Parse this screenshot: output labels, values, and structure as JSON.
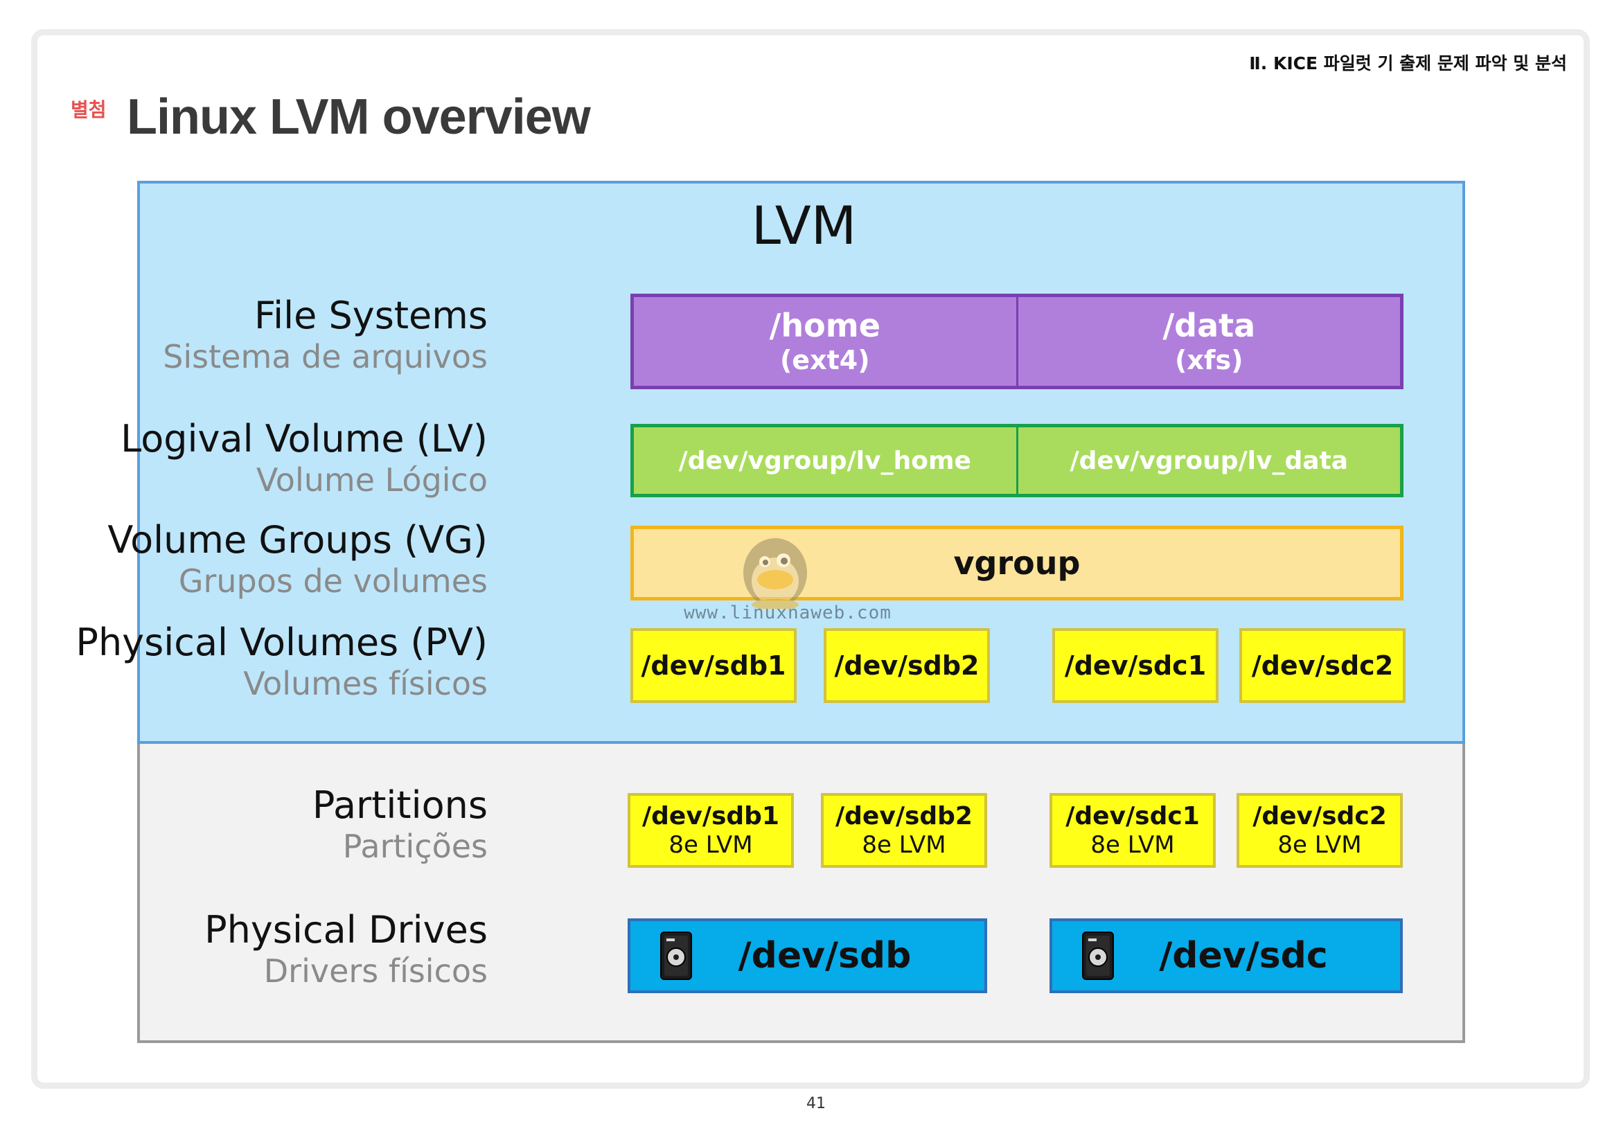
{
  "header": {
    "section_label": "Ⅱ. KICE 파일럿 기 출제 문제 파악 및 분석",
    "appendix_tag": "별첨",
    "title": "Linux LVM overview"
  },
  "diagram": {
    "title": "LVM",
    "layers": {
      "file_systems": {
        "en": "File Systems",
        "pt": "Sistema de arquivos"
      },
      "logical_volume": {
        "en": "Logival Volume (LV)",
        "pt": "Volume Lógico"
      },
      "volume_groups": {
        "en": "Volume Groups (VG)",
        "pt": "Grupos de volumes"
      },
      "physical_volumes": {
        "en": "Physical Volumes (PV)",
        "pt": "Volumes físicos"
      },
      "partitions": {
        "en": "Partitions",
        "pt": "Partições"
      },
      "physical_drives": {
        "en": "Physical Drives",
        "pt": "Drivers físicos"
      }
    },
    "file_systems": [
      {
        "name": "/home",
        "type": "(ext4)"
      },
      {
        "name": "/data",
        "type": "(xfs)"
      }
    ],
    "logical_volumes": [
      "/dev/vgroup/lv_home",
      "/dev/vgroup/lv_data"
    ],
    "volume_group": "vgroup",
    "physical_volumes": [
      "/dev/sdb1",
      "/dev/sdb2",
      "/dev/sdc1",
      "/dev/sdc2"
    ],
    "partitions": [
      {
        "dev": "/dev/sdb1",
        "code": "8e LVM"
      },
      {
        "dev": "/dev/sdb2",
        "code": "8e LVM"
      },
      {
        "dev": "/dev/sdc1",
        "code": "8e LVM"
      },
      {
        "dev": "/dev/sdc2",
        "code": "8e LVM"
      }
    ],
    "drives": [
      {
        "name": "/dev/sdb",
        "icon": "hard-disk-icon"
      },
      {
        "name": "/dev/sdc",
        "icon": "hard-disk-icon"
      }
    ],
    "watermark": "www.linuxnaweb.com",
    "colors": {
      "lvm_panel": "#bde6fb",
      "file_system": "#b07fdc",
      "logical_volume": "#a9dc5c",
      "volume_group": "#fde49c",
      "physical_volume": "#ffff17",
      "drive": "#06abea"
    }
  },
  "footer": {
    "page_number": "41"
  }
}
